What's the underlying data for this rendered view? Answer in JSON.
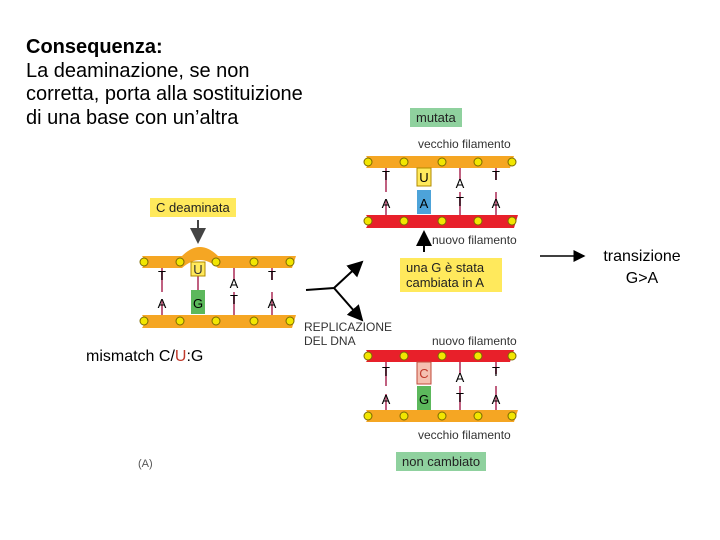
{
  "title": {
    "heading": "Consequenza:",
    "line1": "La deaminazione, se non",
    "line2": "corretta, porta alla sostituizione",
    "line3": "di una base con un’altra"
  },
  "left": {
    "c_deaminated": "C deaminata",
    "mismatch_prefix": "mismatch C/",
    "mismatch_u": "U",
    "mismatch_suffix": ":G",
    "fig_label": "(A)",
    "top_bases": [
      "T",
      "U",
      "A",
      "T"
    ],
    "bottom_bases": [
      "A",
      "G",
      "T",
      "A"
    ]
  },
  "right": {
    "mutated": "mutata",
    "old_strand_top": "vecchio filamento",
    "new_strand_top": "nuovo filamento",
    "note_line1": "una G è stata",
    "note_line2": "cambiata in A",
    "replication_line1": "REPLICAZIONE",
    "replication_line2": "DEL DNA",
    "new_strand_bottom": "nuovo filamento",
    "old_strand_bottom": "vecchio filamento",
    "unchanged": "non cambiato",
    "top_helix_top_bases": [
      "T",
      "U",
      "A",
      "T"
    ],
    "top_helix_bottom_bases": [
      "A",
      "A",
      "T",
      "A"
    ],
    "bottom_helix_top_bases": [
      "T",
      "C",
      "A",
      "T"
    ],
    "bottom_helix_bottom_bases": [
      "A",
      "G",
      "T",
      "A"
    ]
  },
  "transition": {
    "line1": "transizione",
    "line2": "G>A"
  },
  "colors": {
    "old_strand": "#f5a623",
    "new_strand": "#e8202a",
    "dot": "#f2e600",
    "u_base": "#ffe95c",
    "g_base": "#5cb85c",
    "a_base": "#4da3d9",
    "label_green": "#8fd19e",
    "label_yellow": "#ffe95c",
    "mismatch_u": "#c0392b"
  }
}
